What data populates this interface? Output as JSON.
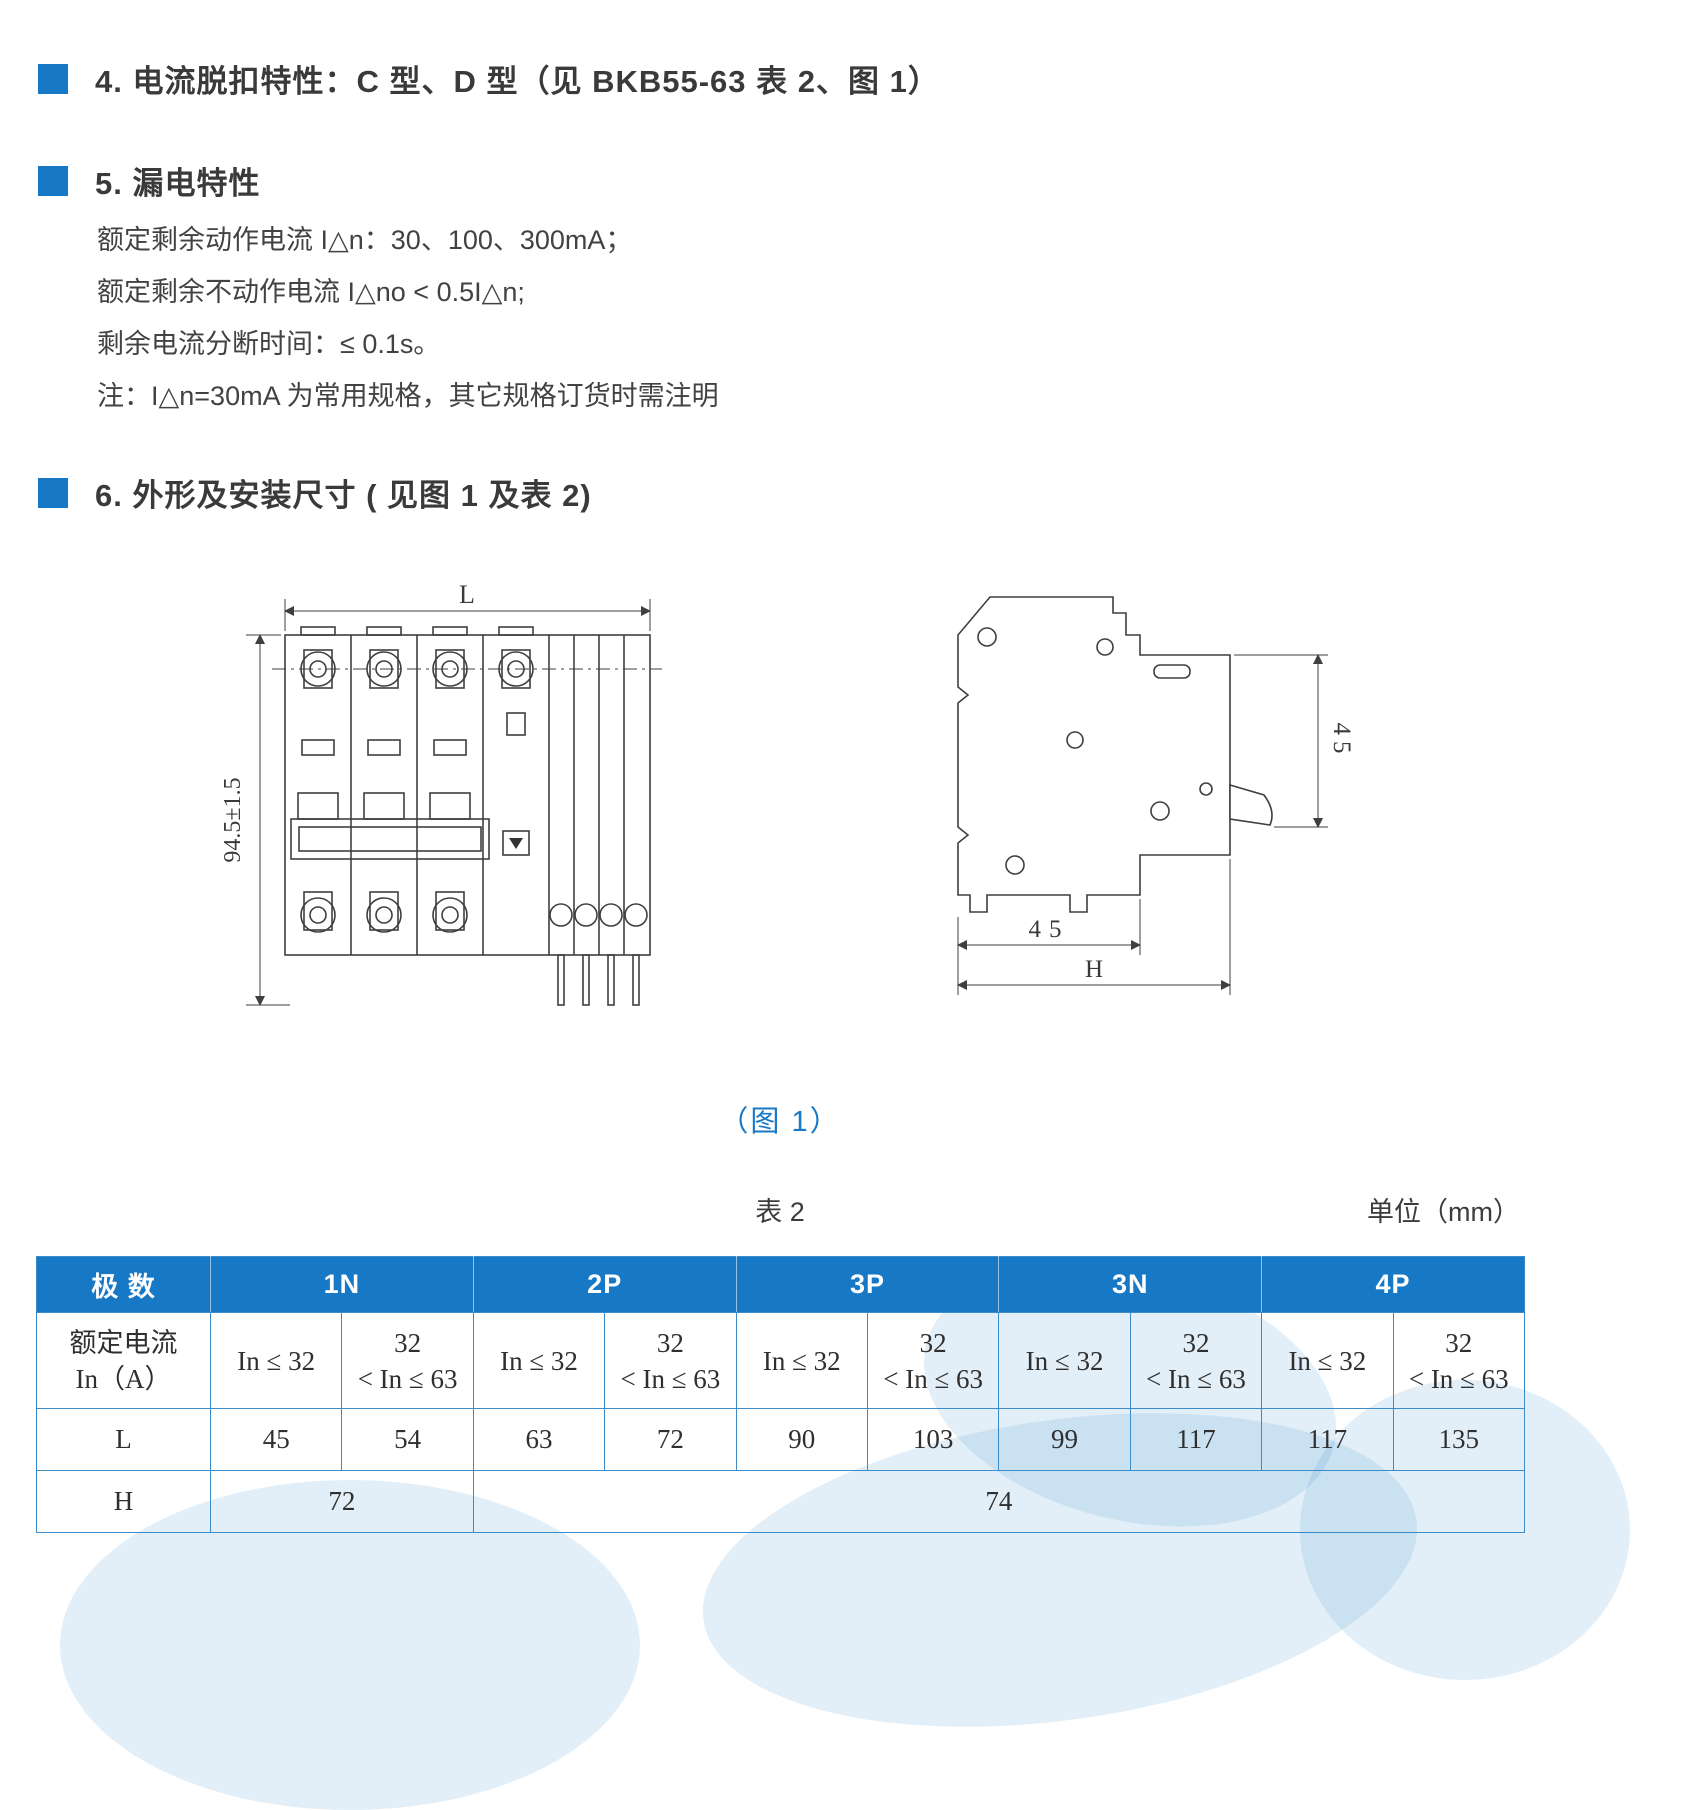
{
  "colors": {
    "accent": "#1779c5",
    "border": "#3a8ccb",
    "heading_text": "#3a3a3a",
    "body_text": "#424242",
    "caption": "#1778c8"
  },
  "sections": {
    "s4": {
      "title": "4. 电流脱扣特性：C 型、D 型（见 BKB55-63 表 2、图 1）"
    },
    "s5": {
      "title": "5. 漏电特性",
      "lines": [
        "额定剩余动作电流 I△n：30、100、300mA；",
        "额定剩余不动作电流 I△no < 0.5I△n;",
        "剩余电流分断时间：≤ 0.1s。",
        "注：I△n=30mA 为常用规格，其它规格订货时需注明"
      ]
    },
    "s6": {
      "title": "6. 外形及安装尺寸 ( 见图 1 及表 2)"
    }
  },
  "figure": {
    "caption": "（图 1）",
    "front": {
      "width_label": "L",
      "height_label": "94.5±1.5"
    },
    "side": {
      "lever_dim": "45",
      "depth_dim": "45",
      "total_depth_label": "H"
    }
  },
  "table": {
    "label": "表 2",
    "unit": "单位（mm）",
    "pole_header": "极 数",
    "groups": [
      "1N",
      "2P",
      "3P",
      "3N",
      "4P"
    ],
    "rated_label_line1": "额定电流",
    "rated_label_line2": "In（A）",
    "range_small": "In ≤ 32",
    "range_large_line1": "32",
    "range_large_line2": "< In ≤ 63",
    "L": {
      "label": "L",
      "values": [
        "45",
        "54",
        "63",
        "72",
        "90",
        "103",
        "99",
        "117",
        "117",
        "135"
      ]
    },
    "H": {
      "label": "H",
      "values": [
        "72",
        "74"
      ]
    }
  }
}
